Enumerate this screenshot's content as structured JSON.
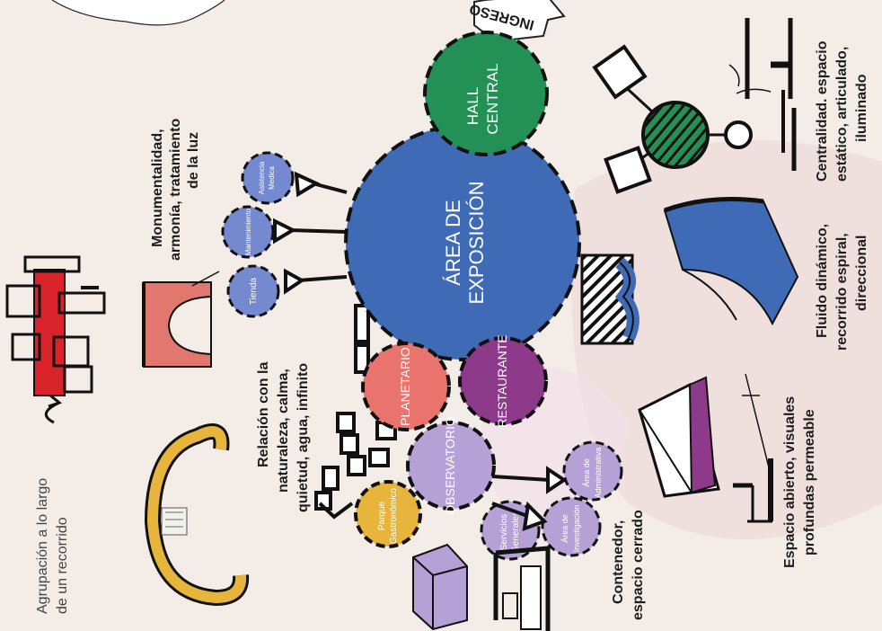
{
  "colors": {
    "background": "#f4ede7",
    "blue": "#3f6ab5",
    "green": "#239155",
    "coral": "#e9736d",
    "magenta": "#8d3a8a",
    "lavender": "#b5a1d6",
    "periwinkle": "#7489cf",
    "gold": "#e8b53c",
    "red": "#d9232a",
    "ink": "#1c1c1c"
  },
  "entrance": {
    "label": "INGRESO"
  },
  "nodes": {
    "hall_central": [
      "HALL",
      "CENTRAL"
    ],
    "area_exposicion": [
      "ÁREA DE",
      "EXPOSICIÓN"
    ],
    "planetario": "PLANETARIO",
    "restaurante": "RESTAURANTE",
    "observatorio": "OBSERVATORIO",
    "parque_gastronomico": [
      "Parque",
      "Gastronómico"
    ],
    "servicios_generales": [
      "Servicios",
      "Generales"
    ],
    "area_investigacion": [
      "Área de",
      "Investigación"
    ],
    "area_administrativa": [
      "Área de",
      "Administrativa"
    ],
    "tienda": "Tienda",
    "mantenimiento": "Mantenimiento",
    "asistencia_medica": [
      "Asistencia",
      "Medica"
    ]
  },
  "annotations": {
    "agrupacion": [
      "Agrupación a lo largo",
      "de un recorrido"
    ],
    "monumentalidad": [
      "Monumentalidad,",
      "armonía, tratamiento",
      "de la luz"
    ],
    "relacion_naturaleza": [
      "Relación con la",
      "naturaleza, calma,",
      "quietud, agua, infinito"
    ],
    "contenedor": [
      "Contenedor,",
      "espacio cerrado"
    ],
    "espacio_abierto": [
      "Espacio abierto, visuales",
      "profundas permeable"
    ],
    "fluido_dinamico": [
      "Fluido dinámico,",
      "recorrido espiral,",
      "direccional"
    ],
    "centralidad": [
      "Centralidad. espacio",
      "estático, articulado,",
      "iluminado"
    ]
  }
}
